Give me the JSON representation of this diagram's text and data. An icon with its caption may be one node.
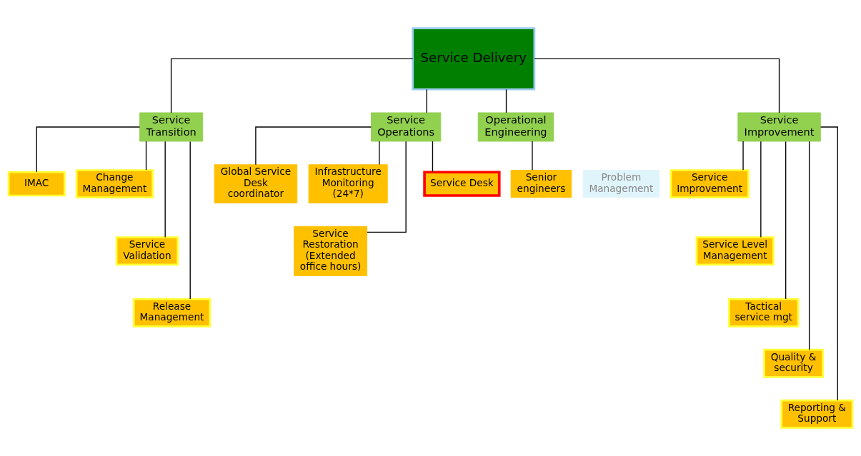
{
  "diagram": {
    "nodes": [
      {
        "text": [
          "Service Delivery"
        ]
      },
      {
        "text": [
          "Service Transition"
        ]
      },
      {
        "text": [
          "Service Operations"
        ]
      },
      {
        "text": [
          "Operational Engineering"
        ]
      },
      {
        "text": [
          "Service Improvement"
        ]
      },
      {
        "text": [
          "IMAC"
        ]
      },
      {
        "text": [
          "Change Management"
        ]
      },
      {
        "text": [
          "Service Validation"
        ]
      },
      {
        "text": [
          "Release Management"
        ]
      },
      {
        "text": [
          "Global Service Desk coordinator"
        ]
      },
      {
        "text": [
          "Infrastructure Monitoring (24*7)"
        ]
      },
      {
        "text": [
          "Service Restoration (Extended office hours)"
        ]
      },
      {
        "text": [
          "Service Desk"
        ]
      },
      {
        "text": [
          "Senior engineers"
        ]
      },
      {
        "text": [
          "Problem Management"
        ]
      },
      {
        "text": [
          "Service Improvement"
        ]
      },
      {
        "text": [
          "Service Level Management"
        ]
      },
      {
        "text": [
          "Tactical service mgt"
        ]
      },
      {
        "text": [
          "Quality & security"
        ]
      },
      {
        "text": [
          "Reporting & Support"
        ]
      }
    ],
    "edges": [
      {
        "from": 0,
        "to": 1,
        "arrow": "none"
      },
      {
        "from": 0,
        "to": 2,
        "arrow": "none"
      },
      {
        "from": 0,
        "to": 3,
        "arrow": "none"
      },
      {
        "from": 0,
        "to": 4,
        "arrow": "none"
      },
      {
        "from": 1,
        "to": 5,
        "arrow": "none"
      },
      {
        "from": 1,
        "to": 6,
        "arrow": "none"
      },
      {
        "from": 1,
        "to": 7,
        "arrow": "none"
      },
      {
        "from": 1,
        "to": 8,
        "arrow": "none"
      },
      {
        "from": 2,
        "to": 9,
        "arrow": "none"
      },
      {
        "from": 2,
        "to": 10,
        "arrow": "none"
      },
      {
        "from": 2,
        "to": 11,
        "arrow": "none"
      },
      {
        "from": 2,
        "to": 12,
        "arrow": "none"
      },
      {
        "from": 3,
        "to": 13,
        "arrow": "none"
      },
      {
        "from": 4,
        "to": 15,
        "arrow": "none"
      },
      {
        "from": 4,
        "to": 16,
        "arrow": "none"
      },
      {
        "from": 4,
        "to": 17,
        "arrow": "none"
      },
      {
        "from": 4,
        "to": 18,
        "arrow": "none"
      },
      {
        "from": 4,
        "to": 19,
        "arrow": "none"
      }
    ]
  }
}
